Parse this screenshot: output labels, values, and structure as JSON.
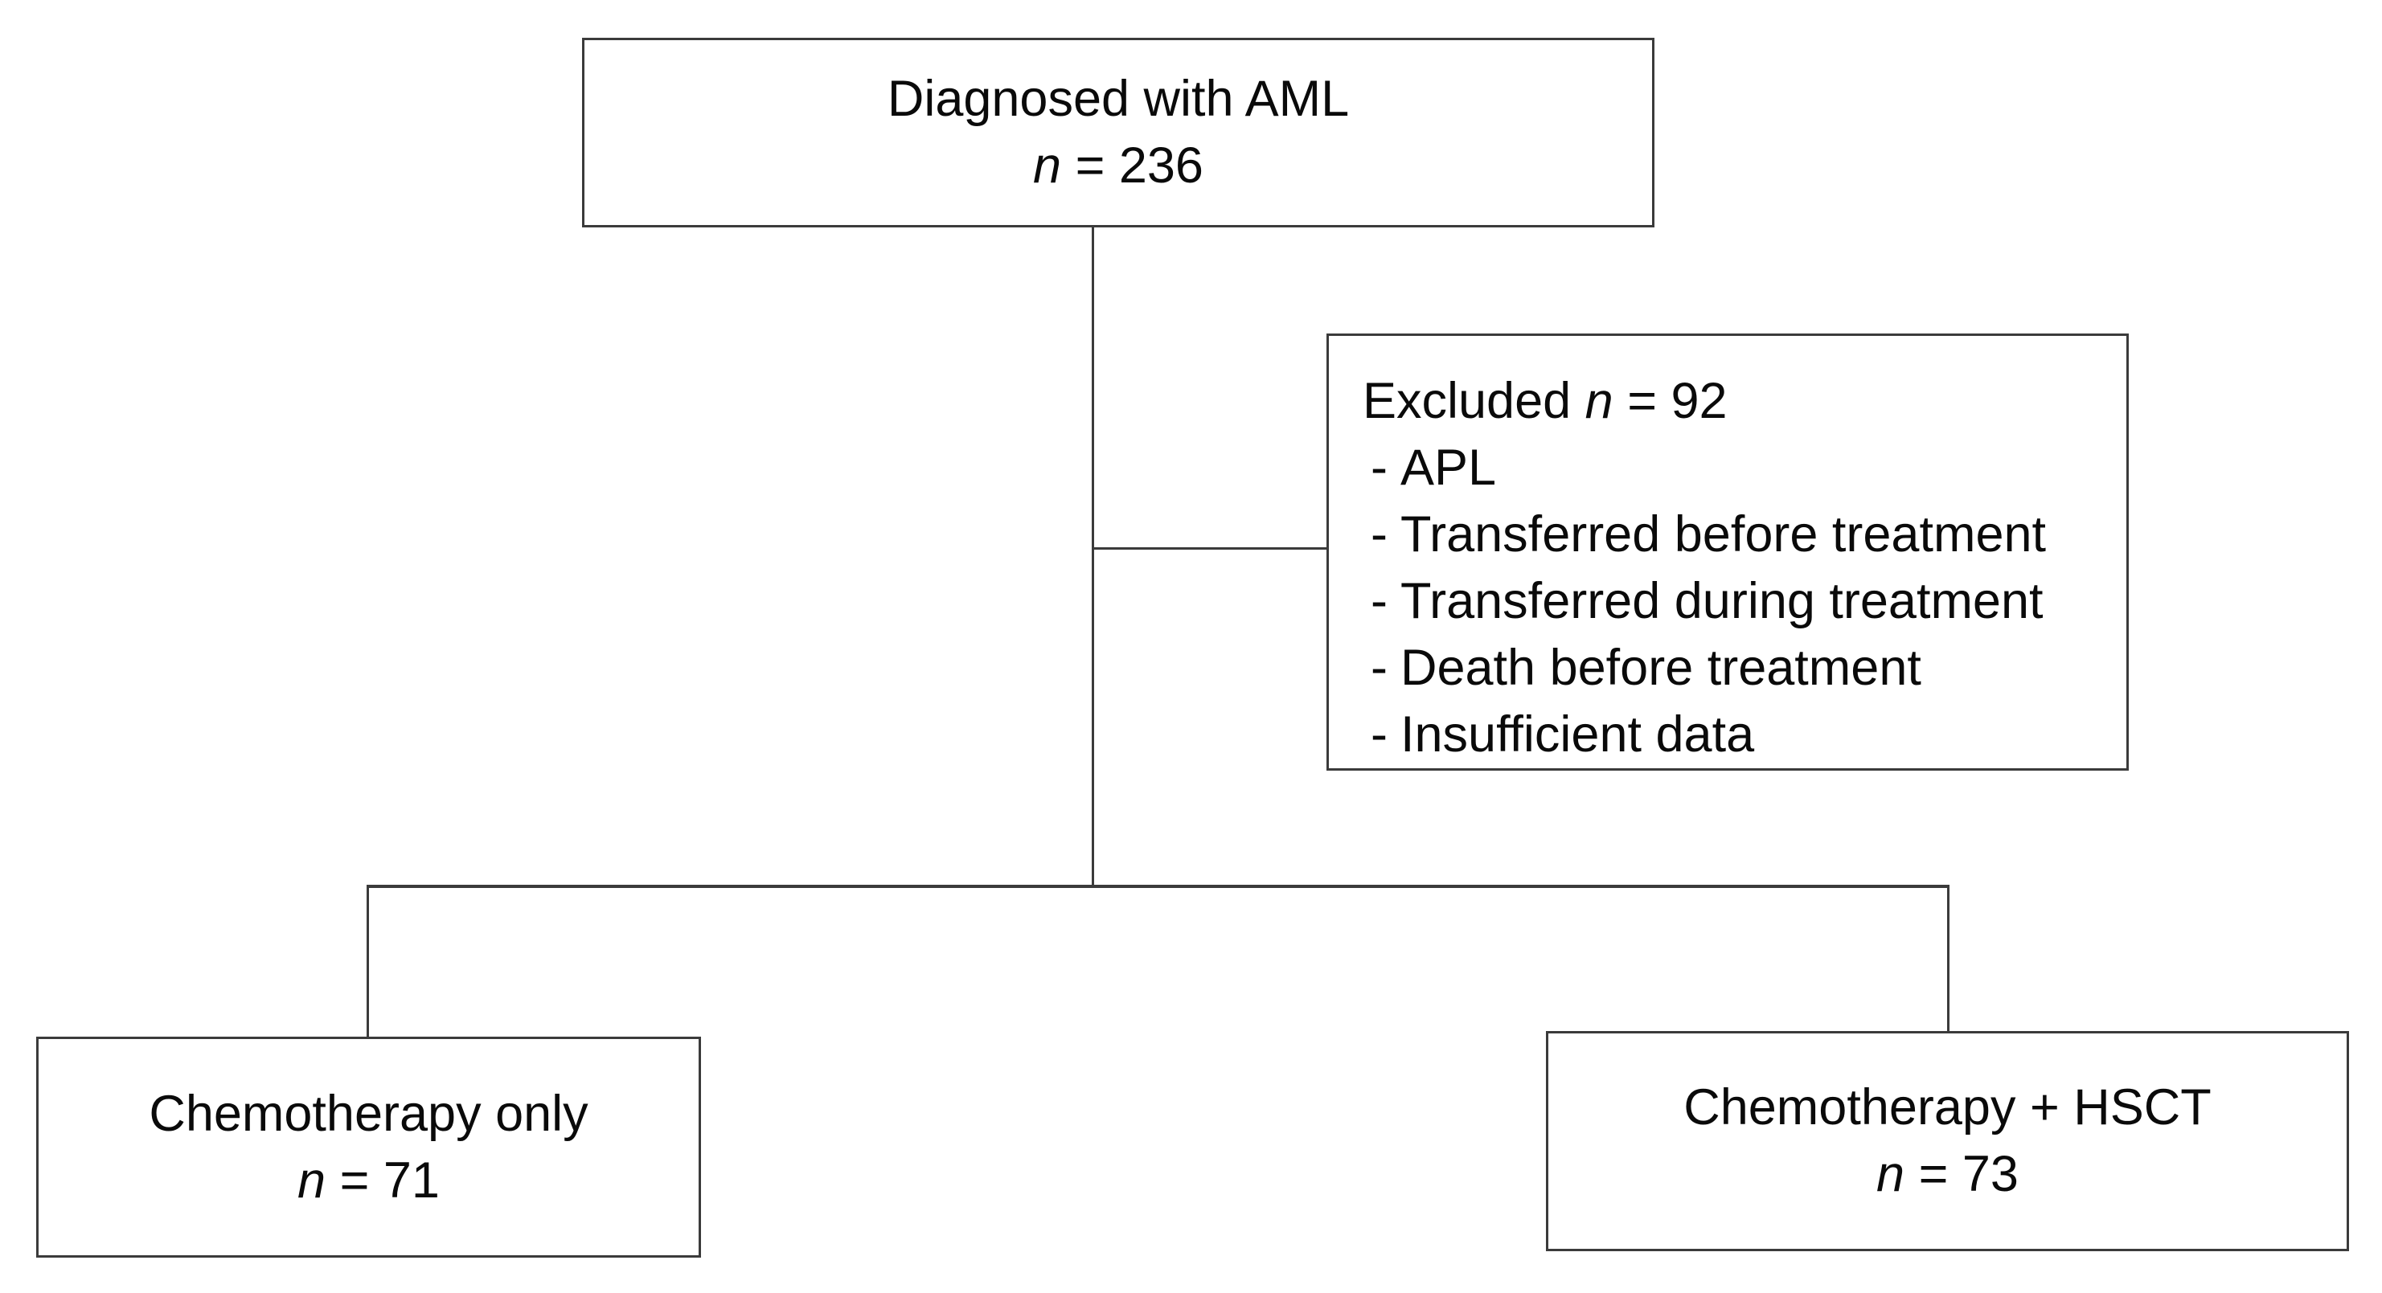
{
  "palette": {
    "background": "#ffffff",
    "line_color": "#3b3b3b",
    "text_color": "#0a0a0a"
  },
  "nodes": {
    "diagnosed": {
      "label": "Diagnosed with AML",
      "n_symbol": "n",
      "n_rest": " = 236"
    },
    "excluded": {
      "title_prefix": "Excluded ",
      "n_symbol": "n",
      "n_rest": " = 92",
      "bullet": "-",
      "items": [
        "APL",
        "Transferred before treatment",
        "Transferred during treatment",
        "Death before treatment",
        "Insufficient data"
      ]
    },
    "chemo_only": {
      "label": "Chemotherapy only",
      "n_symbol": "n",
      "n_rest": " = 71"
    },
    "chemo_hsct": {
      "label": "Chemotherapy + HSCT",
      "n_symbol": "n",
      "n_rest": " = 73"
    }
  }
}
